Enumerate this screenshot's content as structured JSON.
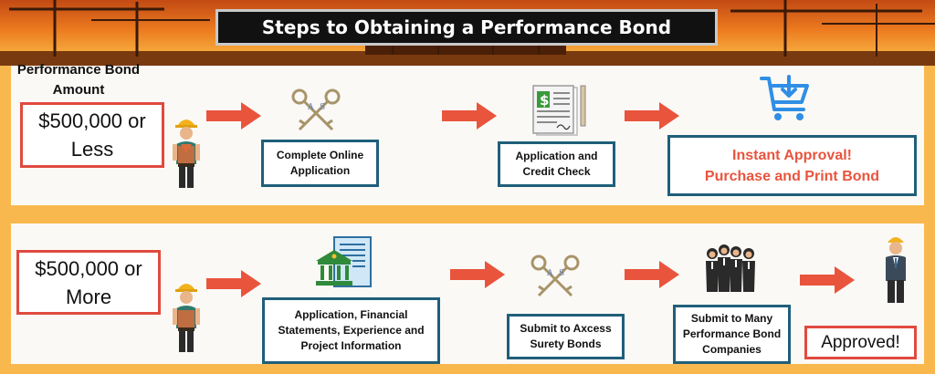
{
  "title": "Steps to Obtaining a Performance Bond",
  "amount_heading": "Performance Bond Amount",
  "row1": {
    "amount": "$500,000 or Less",
    "step1": "Complete Online Application",
    "step2": "Application and Credit Check",
    "result_line1": "Instant Approval!",
    "result_line2": "Purchase and Print Bond"
  },
  "row2": {
    "amount": "$500,000 or More",
    "step1": "Application, Financial Statements, Experience and Project Information",
    "step2": "Submit to Axcess Surety Bonds",
    "step3": "Submit to Many Performance Bond Companies",
    "result": "Approved!"
  },
  "icons": {
    "keys_letters": [
      "A",
      "S"
    ]
  },
  "colors": {
    "arrow": "#e9543d",
    "step_border": "#1f5f7a",
    "amount_border": "#e04a3f",
    "result_text": "#e9543d",
    "background": "#f8b84e"
  }
}
